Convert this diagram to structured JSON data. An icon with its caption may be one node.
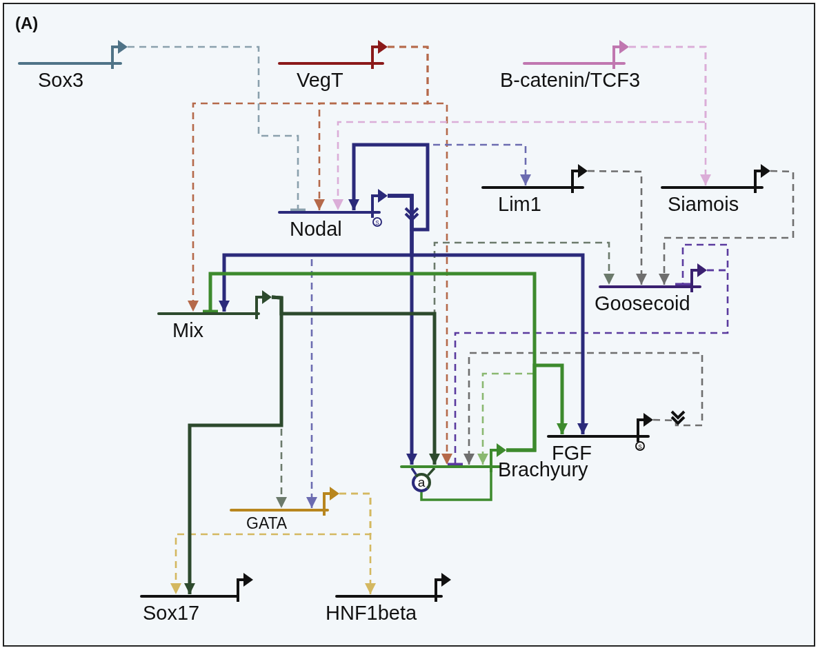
{
  "diagram": {
    "nodes": [
      {
        "text": [
          "Sox3"
        ]
      },
      {
        "text": [
          "VegT"
        ]
      },
      {
        "text": [
          "B-catenin/TCF3"
        ]
      },
      {
        "text": [
          "Nodal"
        ]
      },
      {
        "text": [
          "Lim1"
        ]
      },
      {
        "text": [
          "Siamois"
        ]
      },
      {
        "text": [
          "Goosecoid"
        ]
      },
      {
        "text": [
          "Mix"
        ]
      },
      {
        "text": [
          "FGF"
        ]
      },
      {
        "text": [
          "Brachyury"
        ]
      },
      {
        "text": [
          "GATA"
        ]
      },
      {
        "text": [
          "Sox17"
        ]
      },
      {
        "text": [
          "HNF1beta"
        ]
      },
      {
        "text": [
          "a"
        ]
      }
    ],
    "edges": [
      {
        "from": 0,
        "to": 3,
        "arrow": "other",
        "style": "dashed",
        "color": "#8aa0ad"
      },
      {
        "from": 1,
        "to": 3,
        "arrow": "to",
        "style": "dashed",
        "color": "#b5694a"
      },
      {
        "from": 1,
        "to": 7,
        "arrow": "to",
        "style": "dashed",
        "color": "#b5694a"
      },
      {
        "from": 1,
        "to": 9,
        "arrow": "to",
        "style": "dashed",
        "color": "#b5694a"
      },
      {
        "from": 2,
        "to": 5,
        "arrow": "to",
        "style": "dashed",
        "color": "#dbadd8"
      },
      {
        "from": 2,
        "to": 3,
        "arrow": "to",
        "style": "dashed",
        "color": "#dbadd8"
      },
      {
        "from": 3,
        "to": 3,
        "arrow": "to",
        "style": "thick",
        "color": "#2b2a7a"
      },
      {
        "from": 3,
        "to": 4,
        "arrow": "to",
        "style": "dashed",
        "color": "#6b6bb0"
      },
      {
        "from": 3,
        "to": 7,
        "arrow": "to",
        "style": "thick",
        "color": "#2b2a7a"
      },
      {
        "from": 3,
        "to": 8,
        "arrow": "to",
        "style": "thick",
        "color": "#2b2a7a"
      },
      {
        "from": 3,
        "to": 10,
        "arrow": "to",
        "style": "dashed",
        "color": "#6b6bb0"
      },
      {
        "from": 3,
        "to": 9,
        "arrow": "to",
        "style": "thick",
        "color": "#2b2a7a"
      },
      {
        "from": 4,
        "to": 6,
        "arrow": "to",
        "style": "dashed",
        "color": "#6e6e6e"
      },
      {
        "from": 5,
        "to": 6,
        "arrow": "to",
        "style": "dashed",
        "color": "#6e6e6e"
      },
      {
        "from": 6,
        "to": 6,
        "arrow": "other",
        "style": "dashed",
        "color": "#5a3a9e"
      },
      {
        "from": 6,
        "to": 9,
        "arrow": "other",
        "style": "dashed",
        "color": "#5a3a9e"
      },
      {
        "from": 7,
        "to": 11,
        "arrow": "to",
        "style": "thick",
        "color": "#2d4a2d"
      },
      {
        "from": 7,
        "to": 9,
        "arrow": "to",
        "style": "thick",
        "color": "#2d4a2d"
      },
      {
        "from": 7,
        "to": 10,
        "arrow": "to",
        "style": "dashed",
        "color": "#6b7a6b"
      },
      {
        "from": 7,
        "to": 6,
        "arrow": "to",
        "style": "dashed",
        "color": "#6b7a6b"
      },
      {
        "from": 8,
        "to": 9,
        "arrow": "to",
        "style": "dashed",
        "color": "#6e6e6e"
      },
      {
        "from": 9,
        "to": 7,
        "arrow": "other",
        "style": "thick",
        "color": "#3d8a2d"
      },
      {
        "from": 9,
        "to": 8,
        "arrow": "to",
        "style": "thick",
        "color": "#3d8a2d"
      },
      {
        "from": 9,
        "to": 9,
        "arrow": "to",
        "style": "dashed",
        "color": "#8ab870"
      },
      {
        "from": 10,
        "to": 12,
        "arrow": "to",
        "style": "dashed",
        "color": "#d4b860"
      },
      {
        "from": 10,
        "to": 11,
        "arrow": "to",
        "style": "dashed",
        "color": "#d4b860"
      },
      {
        "from": 13,
        "to": 9,
        "arrow": "none",
        "color": "#3d8a2d"
      },
      {
        "from": 9,
        "to": 13,
        "arrow": "none",
        "color": "#2b2a7a"
      },
      {
        "from": 9,
        "to": 13,
        "arrow": "none",
        "color": "#2d4a2d"
      }
    ],
    "labels": [
      "(A)",
      "s",
      "s"
    ]
  }
}
